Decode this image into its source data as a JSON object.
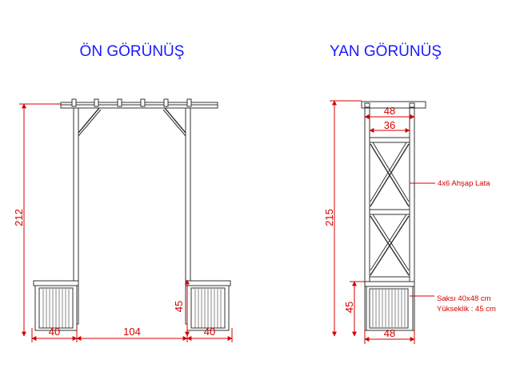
{
  "front_view": {
    "title": "ÖN GÖRÜNÜŞ",
    "height_total": "212",
    "planter_height": "45",
    "planter_left_width": "40",
    "opening_width": "104",
    "planter_right_width": "40"
  },
  "side_view": {
    "title": "YAN GÖRÜNÜŞ",
    "top_width": "48",
    "inner_width": "36",
    "height_total": "215",
    "planter_height": "45",
    "bottom_width": "48",
    "note_lattice": "4x6 Ahşap Lata",
    "note_planter_line1": "Saksı 40x48 cm",
    "note_planter_line2": "Yükseklik : 45 cm"
  },
  "colors": {
    "title": "#1a1aff",
    "dimension": "#d40000",
    "linework": "#333333"
  }
}
